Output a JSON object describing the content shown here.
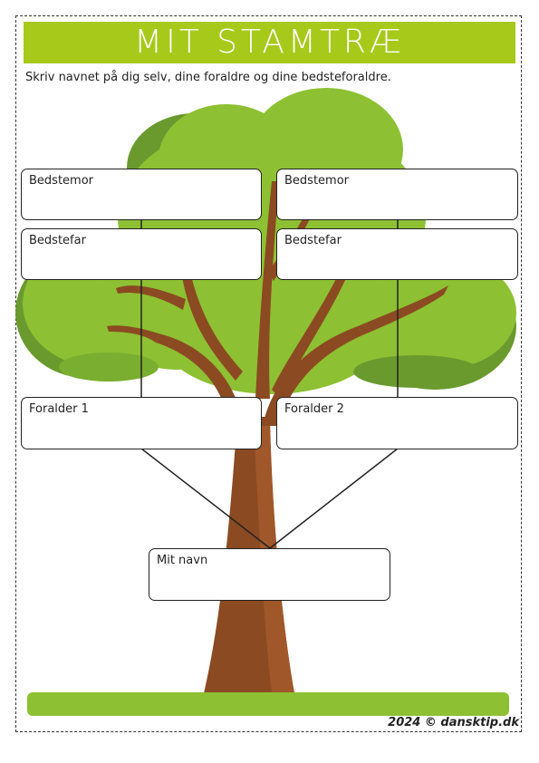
{
  "title": "MIT STAMTRÆ",
  "instructions": "Skriv navnet på dig selv, dine foraldre og dine bedsteforaldre.",
  "boxes": {
    "grandmother_left": "Bedstemor",
    "grandmother_right": "Bedstemor",
    "grandfather_left": "Bedstefar",
    "grandfather_right": "Bedstefar",
    "parent_1": "Foralder 1",
    "parent_2": "Foralder 2",
    "my_name": "Mit navn"
  },
  "footer": "2024 © dansktip.dk",
  "colors": {
    "title_bar": "#a7c91a",
    "foliage_light": "#8dc033",
    "foliage_dark": "#6a9a2e",
    "trunk": "#8b4a22",
    "grass": "#8dc033"
  }
}
